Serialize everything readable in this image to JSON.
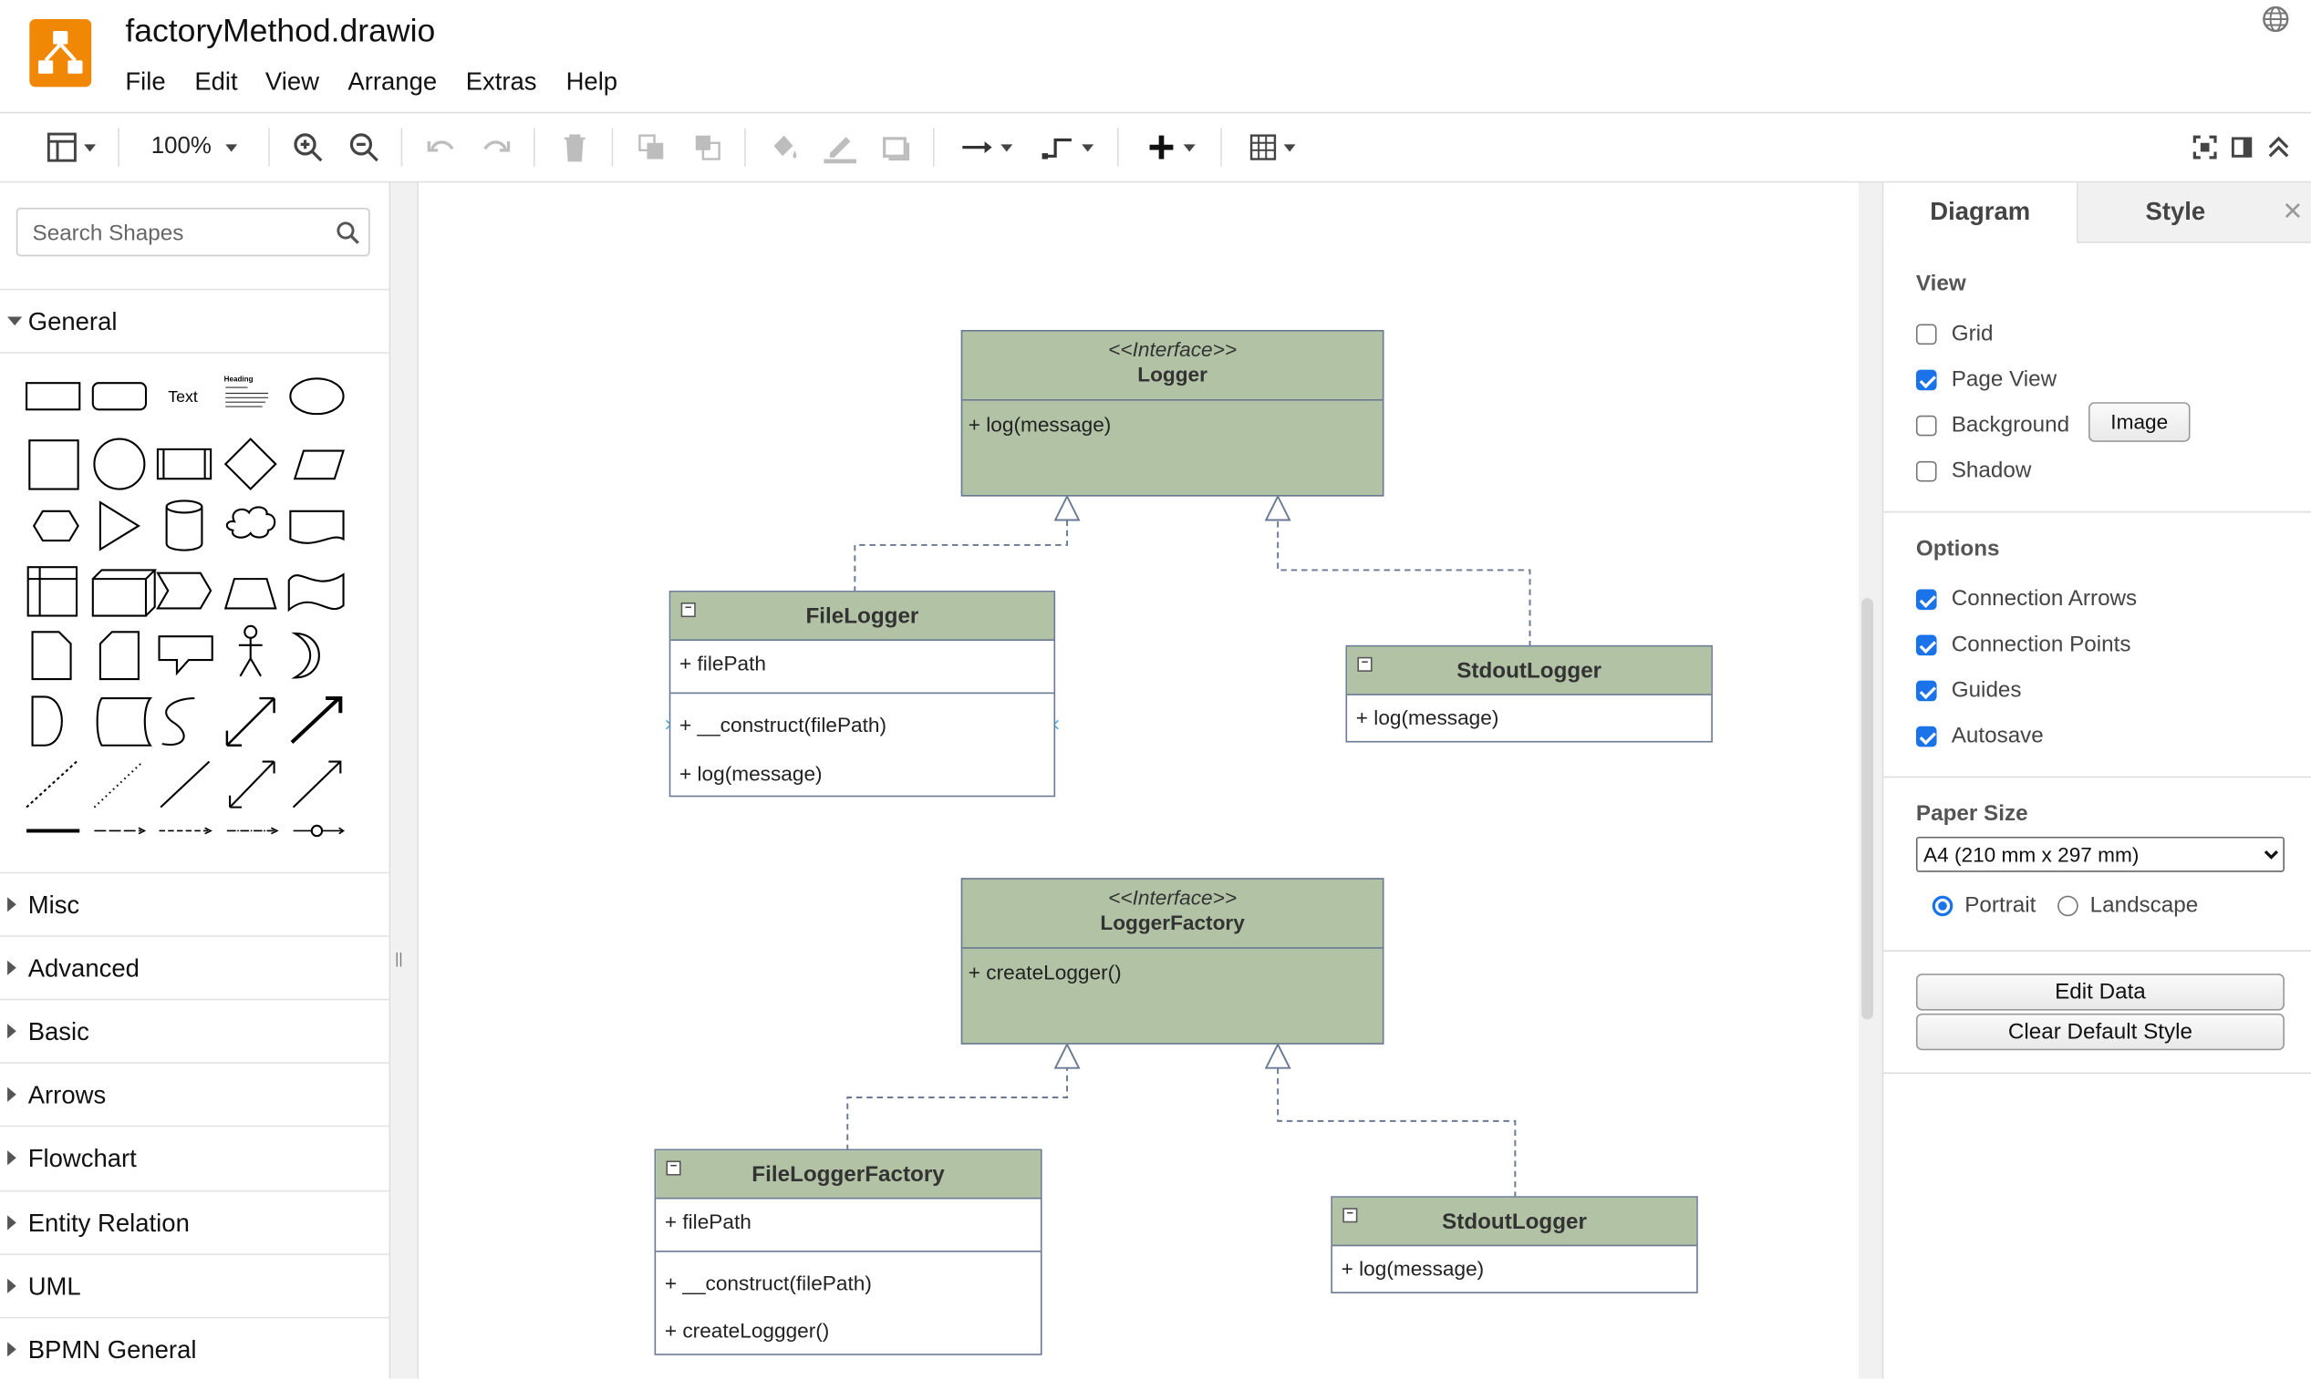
{
  "app": {
    "title": "factoryMethod.drawio",
    "menu": [
      "File",
      "Edit",
      "View",
      "Arrange",
      "Extras",
      "Help"
    ],
    "brand_color": "#f08705"
  },
  "toolbar": {
    "zoom": "100%",
    "icons": [
      "format-panel-icon",
      "zoom-in-icon",
      "zoom-out-icon",
      "undo-icon",
      "redo-icon",
      "delete-icon",
      "to-front-icon",
      "to-back-icon",
      "fill-color-icon",
      "line-color-icon",
      "shadow-icon",
      "connection-icon",
      "waypoints-icon",
      "insert-plus-icon",
      "table-icon",
      "fullscreen-icon",
      "format-toggle-icon",
      "collapse-icon"
    ]
  },
  "sidebar": {
    "search_placeholder": "Search Shapes",
    "general": "General",
    "shape_text": "Text",
    "shape_heading": "Heading",
    "sections": [
      "Misc",
      "Advanced",
      "Basic",
      "Arrows",
      "Flowchart",
      "Entity Relation",
      "UML",
      "BPMN General"
    ]
  },
  "diagram": {
    "logger": {
      "stereotype": "<<Interface>>",
      "name": "Logger",
      "method": "+ log(message)"
    },
    "file_logger": {
      "name": "FileLogger",
      "attr": "+ filePath",
      "m1": "+ __construct(filePath)",
      "m2": "+ log(message)"
    },
    "stdout_logger": {
      "name": "StdoutLogger",
      "m1": "+ log(message)"
    },
    "logger_factory": {
      "stereotype": "<<Interface>>",
      "name": "LoggerFactory",
      "method": "+ createLogger()"
    },
    "file_logger_factory": {
      "name": "FileLoggerFactory",
      "attr": "+ filePath",
      "m1": "+ __construct(filePath)",
      "m2": "+ createLoggger()"
    },
    "stdout_logger2": {
      "name": "StdoutLogger",
      "m1": "+ log(message)"
    },
    "fill_color": "#b2c3a5",
    "stroke_color": "#6a7a94"
  },
  "format_panel": {
    "tabs": [
      "Diagram",
      "Style"
    ],
    "view_title": "View",
    "grid": "Grid",
    "page_view": "Page View",
    "background": "Background",
    "image_button": "Image",
    "shadow": "Shadow",
    "options_title": "Options",
    "connection_arrows": "Connection Arrows",
    "connection_points": "Connection Points",
    "guides": "Guides",
    "autosave": "Autosave",
    "paper_size_title": "Paper Size",
    "paper_size": "A4 (210 mm x 297 mm)",
    "portrait": "Portrait",
    "landscape": "Landscape",
    "edit_data": "Edit Data",
    "clear_default_style": "Clear Default Style",
    "checked": {
      "grid": false,
      "page_view": true,
      "background": false,
      "shadow": false,
      "connection_arrows": true,
      "connection_points": true,
      "guides": true,
      "autosave": true
    },
    "orientation": "Portrait",
    "accent": "#1a73e8"
  }
}
